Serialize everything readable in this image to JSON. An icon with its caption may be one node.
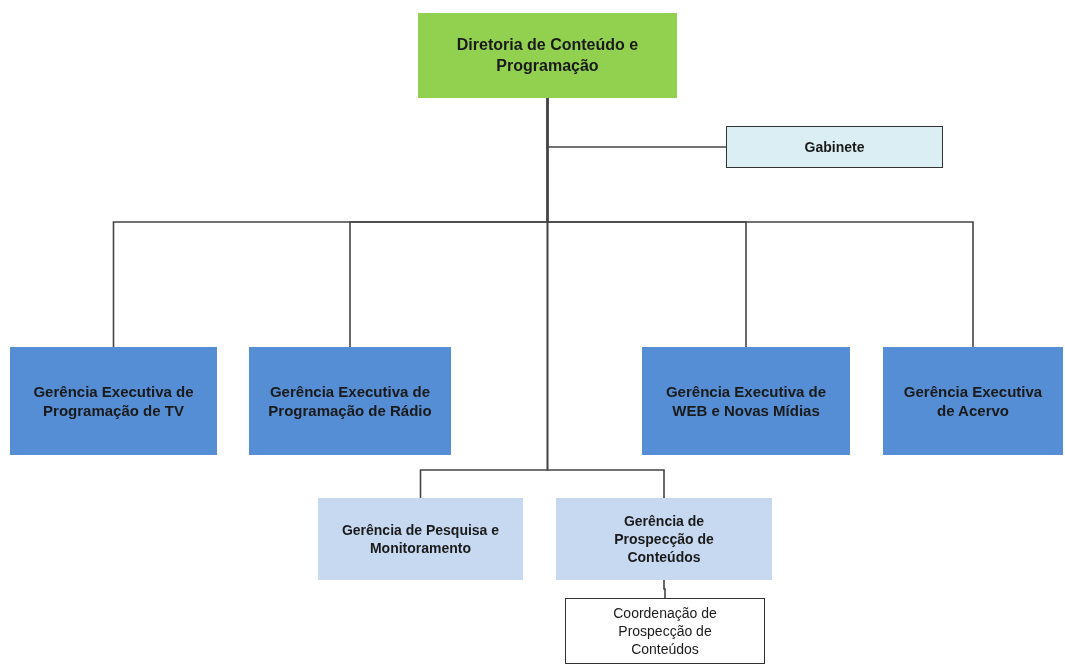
{
  "diagram": {
    "nodes": [
      {
        "text": [
          "Diretoria de Conteúdo e Programação"
        ]
      },
      {
        "text": [
          "Gabinete"
        ]
      },
      {
        "text": [
          "Gerência Executiva de Programação de TV"
        ]
      },
      {
        "text": [
          "Gerência Executiva de Programação de Rádio"
        ]
      },
      {
        "text": [
          "Gerência Executiva de WEB e Novas Mídias"
        ]
      },
      {
        "text": [
          "Gerência Executiva de Acervo"
        ]
      },
      {
        "text": [
          "Gerência de Pesquisa e Monitoramento"
        ]
      },
      {
        "text": [
          "Gerência de Prospecção de Conteúdos"
        ]
      },
      {
        "text": [
          "Coordenação de Prospecção de Conteúdos"
        ]
      }
    ],
    "edges": [
      {
        "from": 0,
        "to": 1,
        "arrow": "none"
      },
      {
        "from": 0,
        "to": 2,
        "arrow": "none"
      },
      {
        "from": 0,
        "to": 3,
        "arrow": "none"
      },
      {
        "from": 0,
        "to": 4,
        "arrow": "none"
      },
      {
        "from": 0,
        "to": 5,
        "arrow": "none"
      },
      {
        "from": 0,
        "to": 6,
        "arrow": "none"
      },
      {
        "from": 0,
        "to": 7,
        "arrow": "none"
      },
      {
        "from": 7,
        "to": 8,
        "arrow": "none"
      }
    ]
  }
}
